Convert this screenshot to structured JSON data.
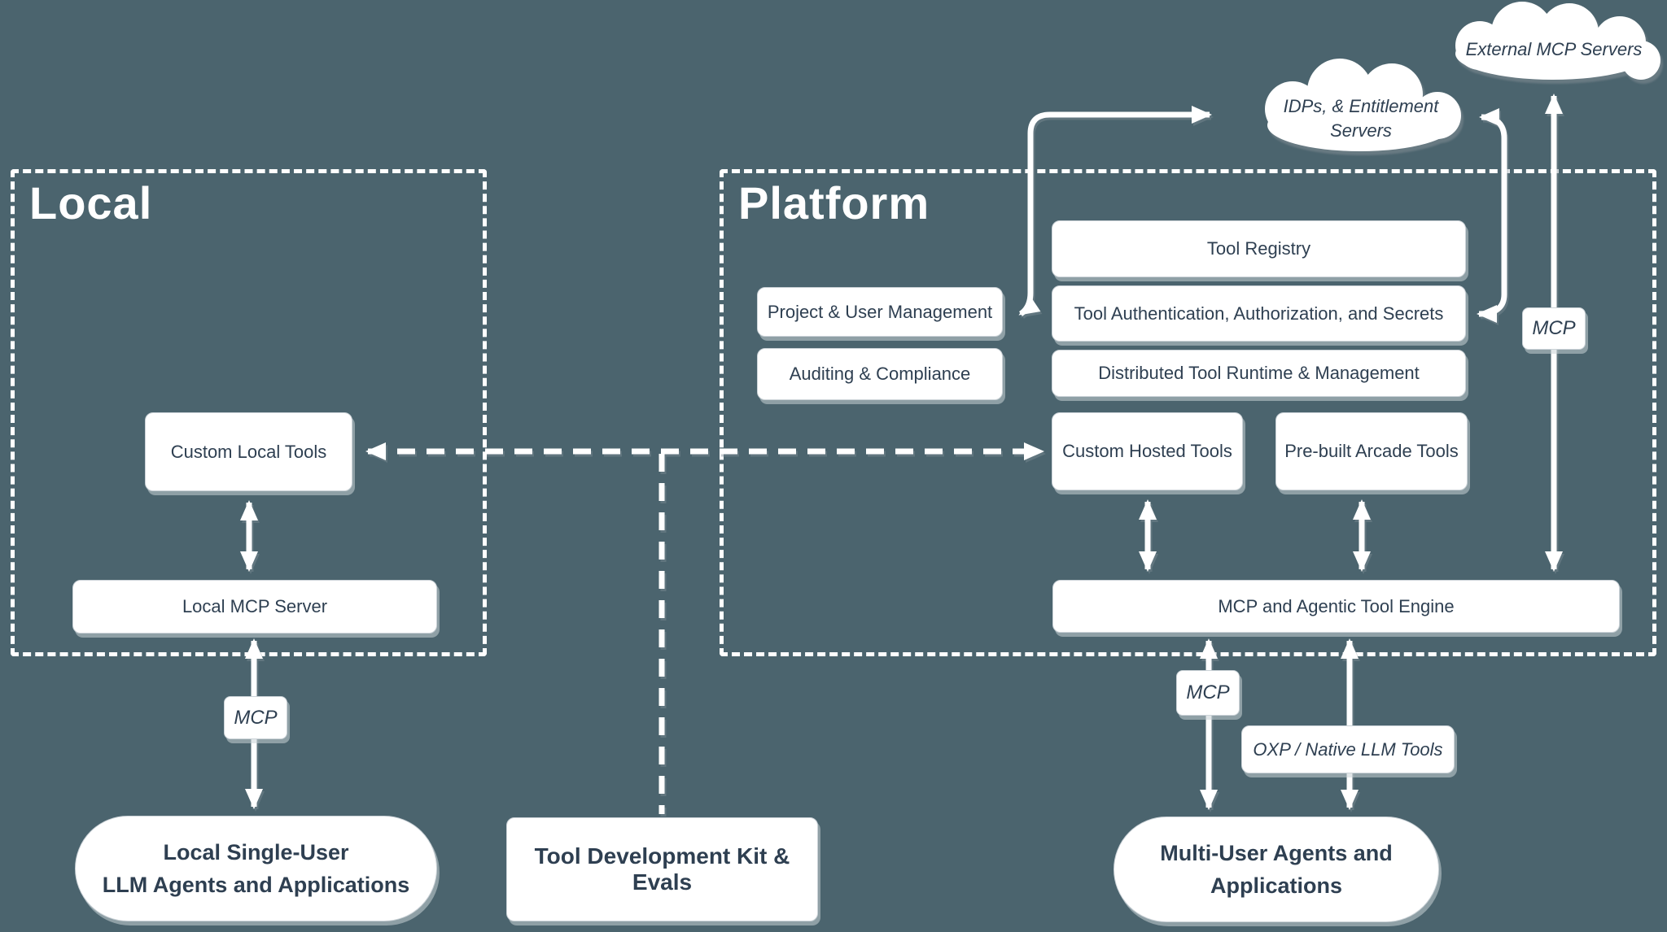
{
  "colors": {
    "background": "#4b646e",
    "line": "#ffffff",
    "box_text": "#2e3f51",
    "box_bg": "#ffffff"
  },
  "regions": {
    "local": {
      "title": "Local"
    },
    "platform": {
      "title": "Platform"
    }
  },
  "clouds": {
    "external_mcp": {
      "label": "External MCP Servers"
    },
    "idps": {
      "line1": "IDPs, & Entitlement",
      "line2": "Servers"
    }
  },
  "boxes": {
    "tool_registry": "Tool Registry",
    "project_user": "Project & User Management",
    "tool_auth": "Tool Authentication, Authorization, and Secrets",
    "auditing": "Auditing & Compliance",
    "distributed": "Distributed Tool Runtime & Management",
    "custom_hosted": "Custom Hosted Tools",
    "prebuilt_arcade": "Pre-built Arcade Tools",
    "custom_local": "Custom Local Tools",
    "local_mcp_server": "Local MCP Server",
    "mcp_engine": "MCP and Agentic Tool Engine",
    "tdk": "Tool Development Kit & Evals"
  },
  "labels": {
    "mcp_local": "MCP",
    "mcp_external": "MCP",
    "mcp_engine": "MCP",
    "oxp": "OXP / Native LLM Tools"
  },
  "pills": {
    "local_single_user": {
      "line1": "Local Single-User",
      "line2": "LLM Agents and Applications"
    },
    "multi_user": {
      "line1": "Multi-User Agents and",
      "line2": "Applications"
    }
  }
}
